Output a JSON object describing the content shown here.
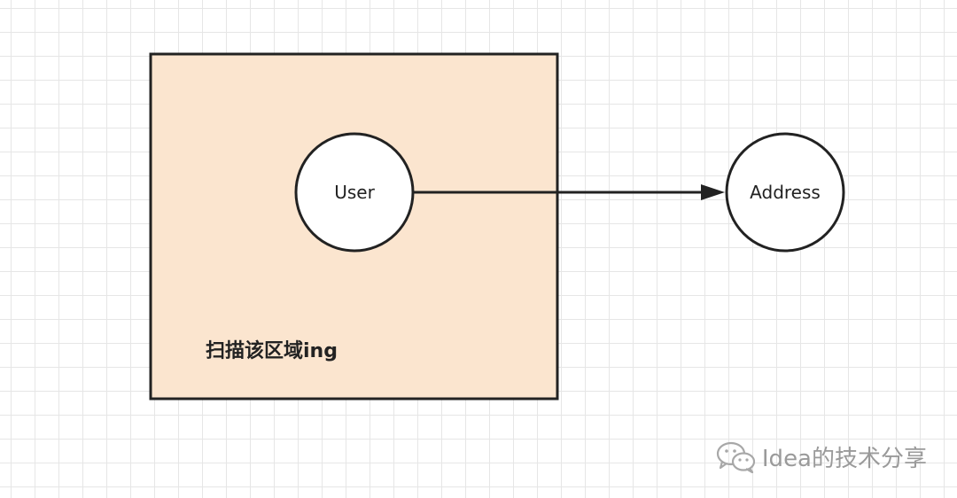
{
  "diagram": {
    "nodes": [
      {
        "id": "user",
        "label": "User",
        "shape": "circle"
      },
      {
        "id": "address",
        "label": "Address",
        "shape": "circle"
      }
    ],
    "edges": [
      {
        "from": "user",
        "to": "address",
        "arrow": true
      }
    ],
    "region": {
      "label": "扫描该区域ing",
      "fill": "#fbe5cf",
      "stroke": "#222222"
    }
  },
  "watermark": {
    "text": "Idea的技术分享",
    "icon": "wechat-icon"
  }
}
